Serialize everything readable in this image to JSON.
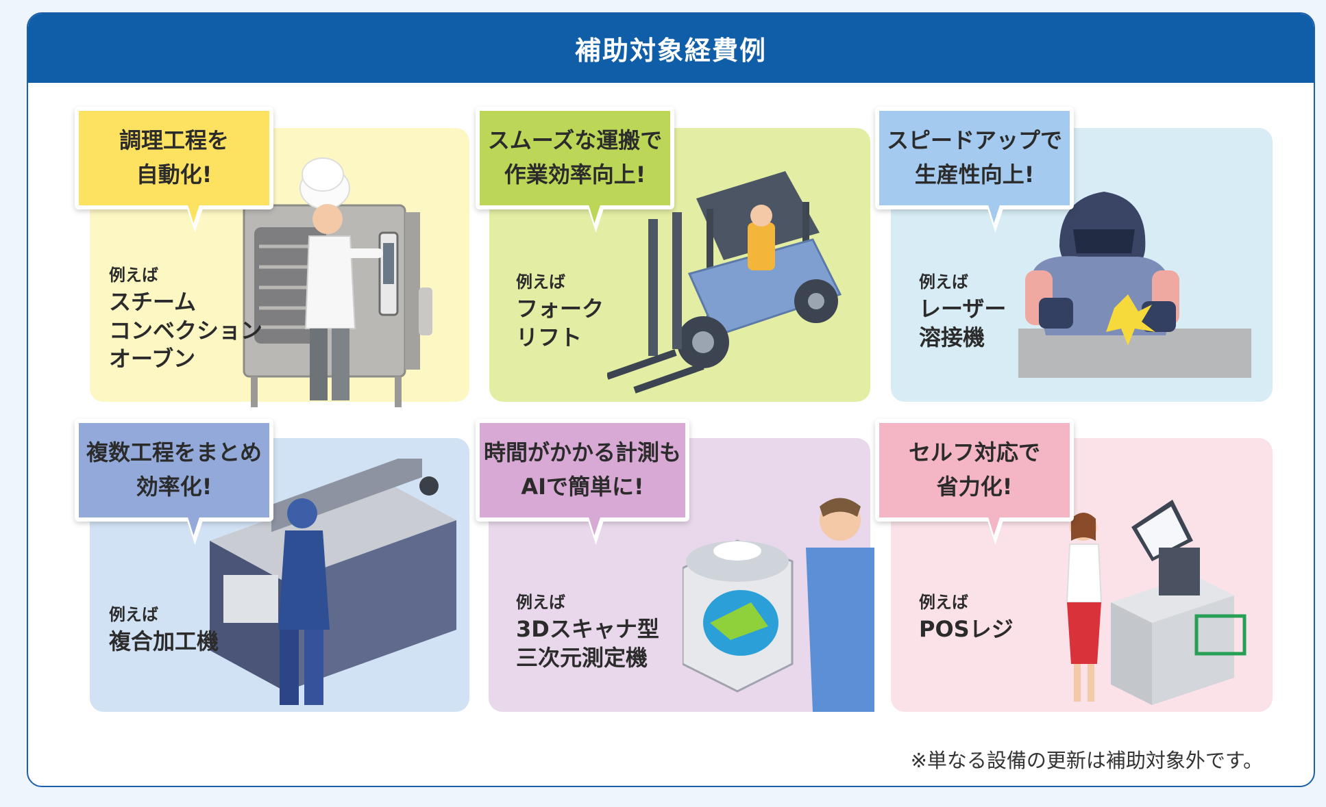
{
  "header": {
    "title": "補助対象経費例"
  },
  "cards": [
    {
      "bubble": [
        "調理工程を",
        "自動化!"
      ],
      "example_label": "例えば",
      "example_name": [
        "スチーム",
        "コンベクション",
        "オーブン"
      ],
      "bubble_color": "#fde161",
      "bg_color": "#fdf7c4",
      "illustration": "oven-illustration"
    },
    {
      "bubble": [
        "スムーズな運搬で",
        "作業効率向上!"
      ],
      "example_label": "例えば",
      "example_name": [
        "フォーク",
        "リフト"
      ],
      "bubble_color": "#bcd758",
      "bg_color": "#e3eda3",
      "illustration": "forklift-illustration"
    },
    {
      "bubble": [
        "スピードアップで",
        "生産性向上!"
      ],
      "example_label": "例えば",
      "example_name": [
        "レーザー",
        "溶接機"
      ],
      "bubble_color": "#a4cbef",
      "bg_color": "#d7ecf4",
      "illustration": "welder-illustration"
    },
    {
      "bubble": [
        "複数工程をまとめ",
        "効率化!"
      ],
      "example_label": "例えば",
      "example_name": [
        "複合加工機"
      ],
      "bubble_color": "#92a9d9",
      "bg_color": "#d2e2f5",
      "illustration": "lathe-illustration"
    },
    {
      "bubble": [
        "時間がかかる計測も",
        "AIで簡単に!"
      ],
      "example_label": "例えば",
      "example_name": [
        "3Dスキャナ型",
        "三次元測定機"
      ],
      "bubble_color": "#d7a9d4",
      "bg_color": "#e9d8ec",
      "illustration": "scanner-illustration"
    },
    {
      "bubble": [
        "セルフ対応で",
        "省力化!"
      ],
      "example_label": "例えば",
      "example_name": [
        "POSレジ"
      ],
      "bubble_color": "#f4b5c4",
      "bg_color": "#fbe2e9",
      "illustration": "pos-register-illustration"
    }
  ],
  "note": "※単なる設備の更新は補助対象外です。"
}
